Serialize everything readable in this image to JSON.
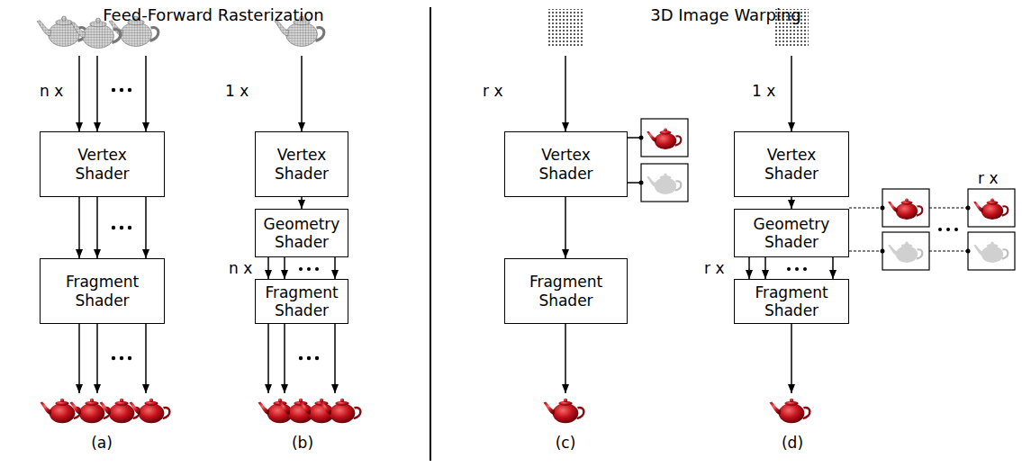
{
  "diagram": {
    "nodes": [
      {
        "text": [
          "Vertex Shader"
        ]
      },
      {
        "text": [
          "Fragment Shader"
        ]
      },
      {
        "text": [
          "Vertex Shader"
        ]
      },
      {
        "text": [
          "Geometry Shader"
        ]
      },
      {
        "text": [
          "Fragment Shader"
        ]
      },
      {
        "text": [
          "Vertex Shader"
        ]
      },
      {
        "text": [
          "Fragment Shader"
        ]
      },
      {
        "text": [
          "Vertex Shader"
        ]
      },
      {
        "text": [
          "Geometry Shader"
        ]
      },
      {
        "text": [
          "Fragment Shader"
        ]
      }
    ],
    "edges": [
      {
        "from": 0,
        "to": 1,
        "arrow": "to"
      },
      {
        "from": 2,
        "to": 3,
        "arrow": "to"
      },
      {
        "from": 3,
        "to": 4,
        "arrow": "to"
      },
      {
        "from": 5,
        "to": 6,
        "arrow": "to"
      },
      {
        "from": 7,
        "to": 8,
        "arrow": "to"
      },
      {
        "from": 8,
        "to": 9,
        "arrow": "to"
      }
    ],
    "labels": [
      "Feed-Forward Rasterization",
      "3D Image Warping",
      "n x",
      "(a)",
      "1 x",
      "n x",
      "(b)",
      "r x",
      "(c)",
      "1 x",
      "r x",
      "r x",
      "(d)"
    ]
  }
}
